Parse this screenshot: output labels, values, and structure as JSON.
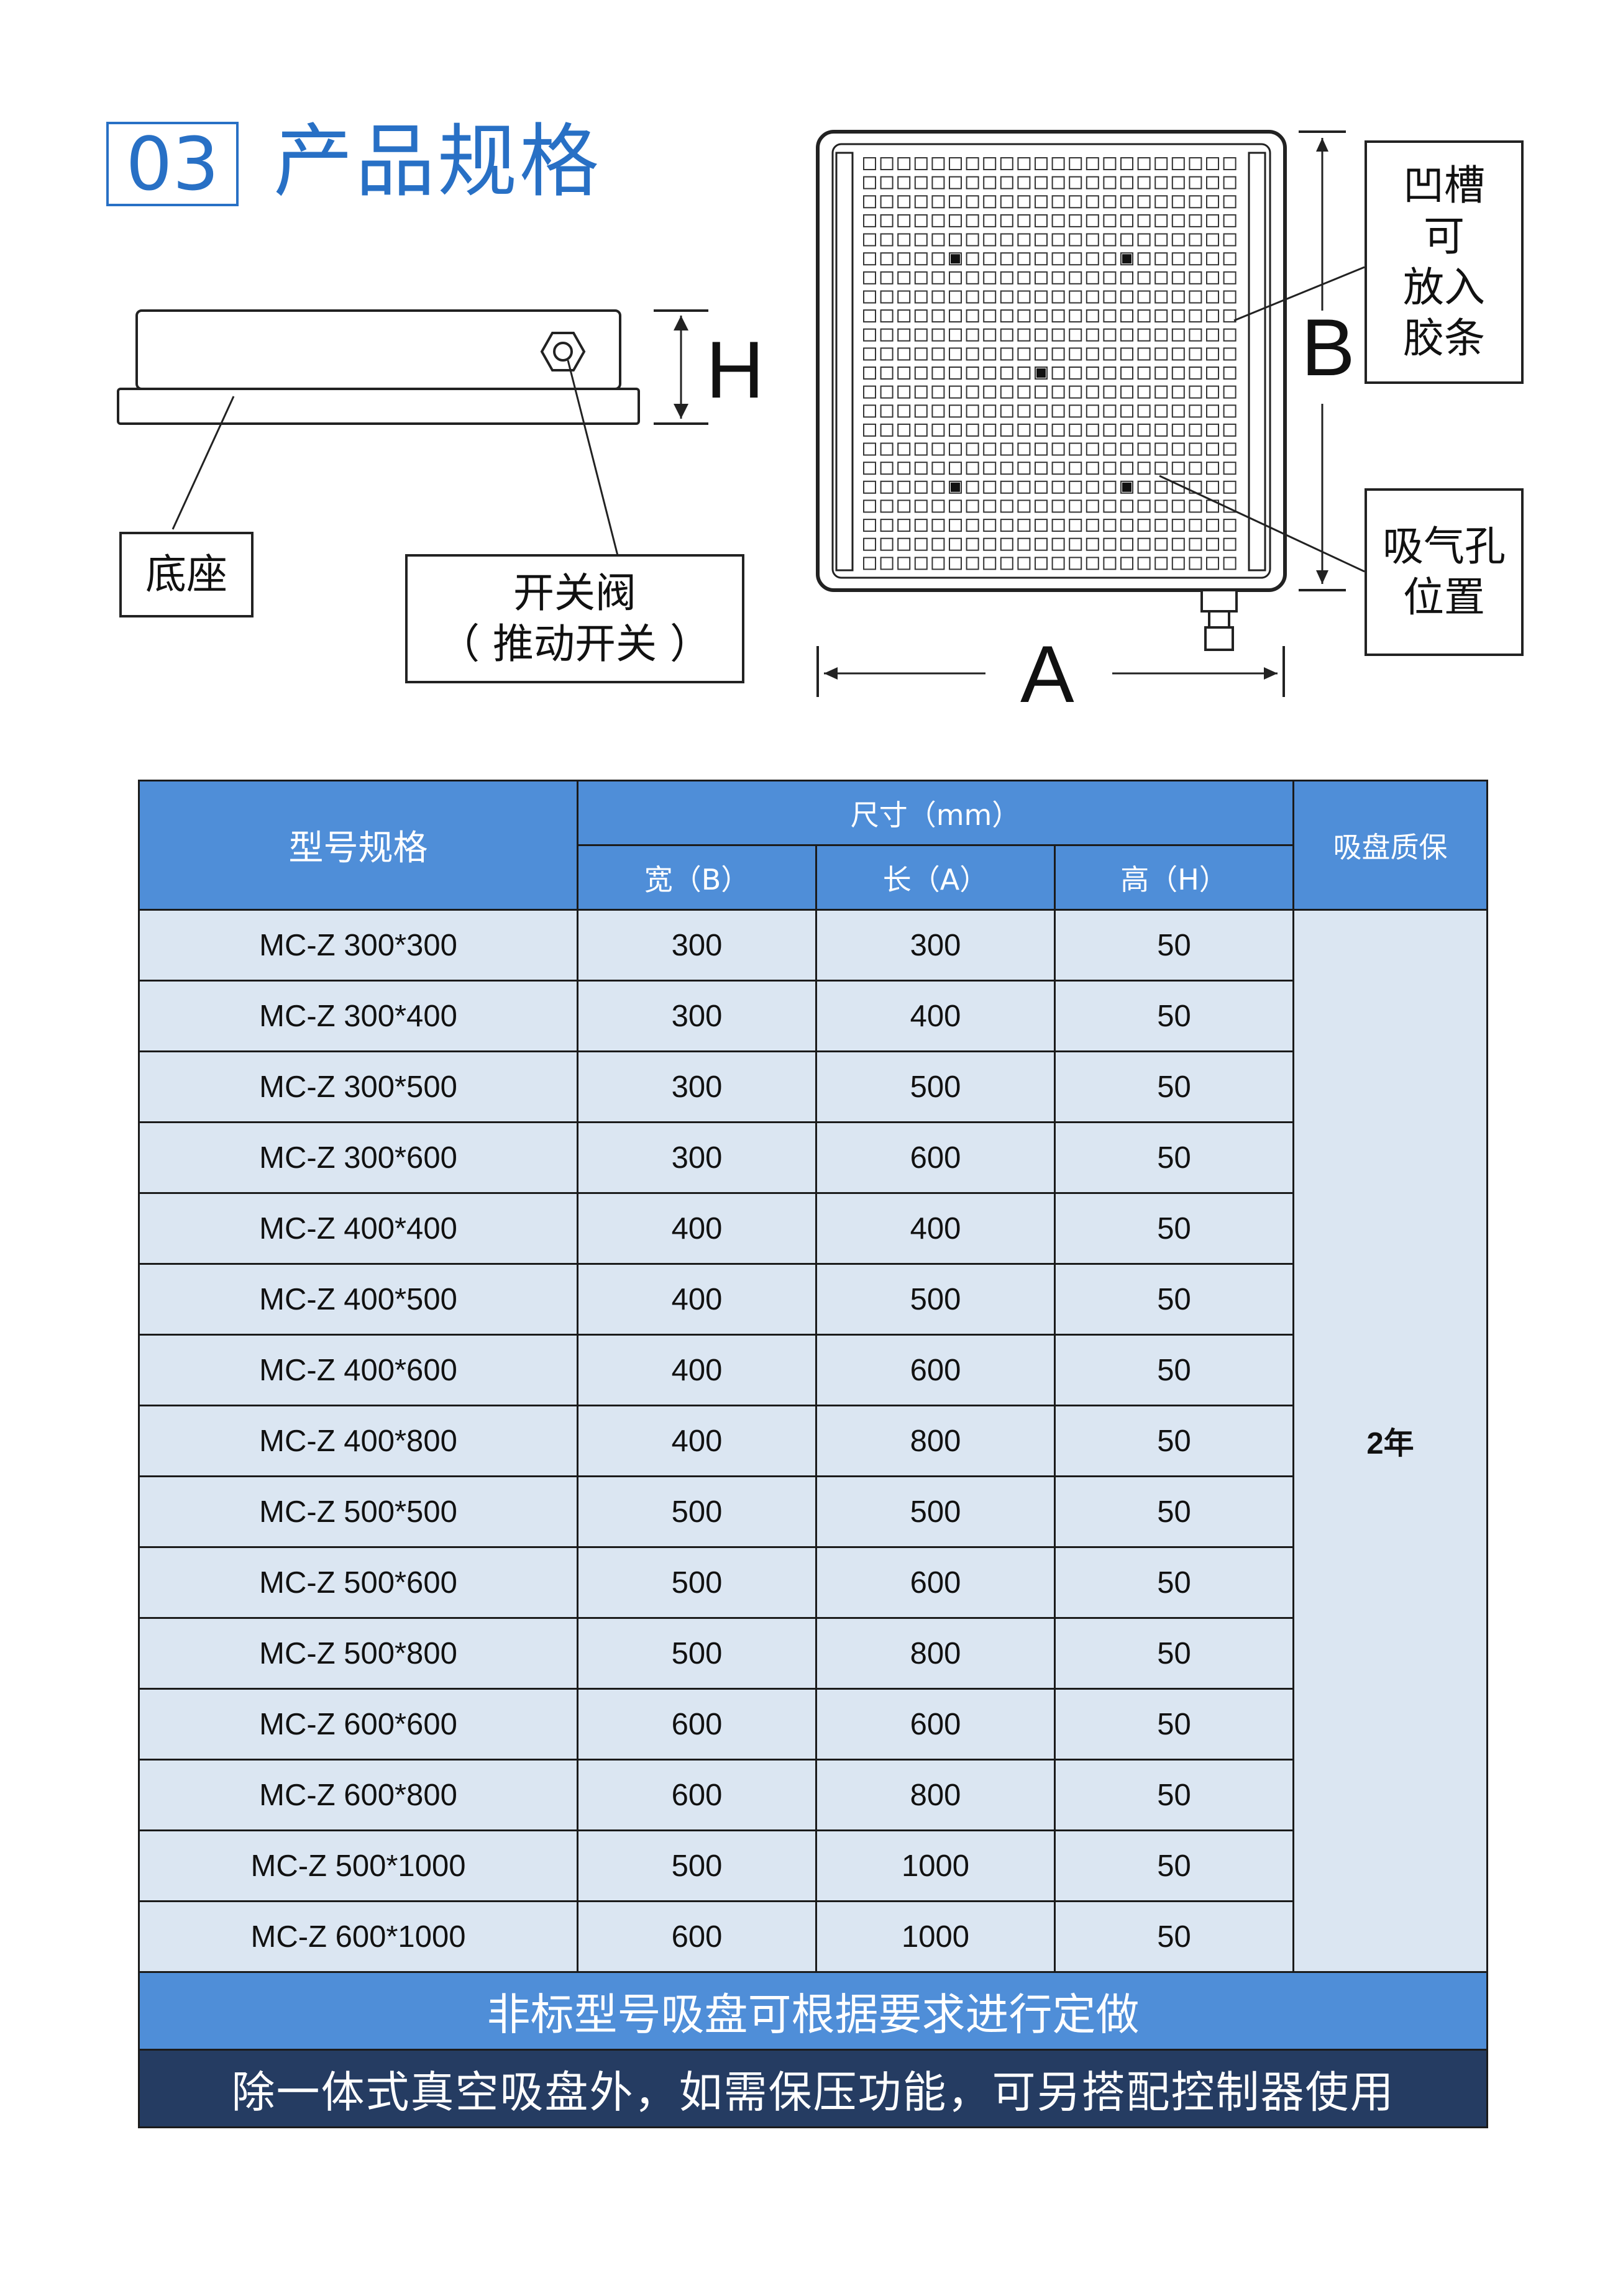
{
  "section": {
    "number": "03",
    "title": "产品规格"
  },
  "diagram": {
    "labels": {
      "base": "底座",
      "valve_line1": "开关阀",
      "valve_line2": "（ 推动开关 ）",
      "groove": [
        "凹槽",
        "可",
        "放入",
        "胶条"
      ],
      "air_hole": [
        "吸气孔",
        "位置"
      ],
      "dim_h": "H",
      "dim_b": "B",
      "dim_a": "A"
    }
  },
  "table": {
    "headers": {
      "model": "型号规格",
      "size_group": "尺寸（mm）",
      "width": "宽（B）",
      "length": "长（A）",
      "height": "高（H）",
      "warranty": "吸盘质保"
    },
    "rows": [
      {
        "model": "MC-Z  300*300",
        "width": "300",
        "length": "300",
        "height": "50"
      },
      {
        "model": "MC-Z  300*400",
        "width": "300",
        "length": "400",
        "height": "50"
      },
      {
        "model": "MC-Z  300*500",
        "width": "300",
        "length": "500",
        "height": "50"
      },
      {
        "model": "MC-Z  300*600",
        "width": "300",
        "length": "600",
        "height": "50"
      },
      {
        "model": "MC-Z  400*400",
        "width": "400",
        "length": "400",
        "height": "50"
      },
      {
        "model": "MC-Z  400*500",
        "width": "400",
        "length": "500",
        "height": "50"
      },
      {
        "model": "MC-Z  400*600",
        "width": "400",
        "length": "600",
        "height": "50"
      },
      {
        "model": "MC-Z  400*800",
        "width": "400",
        "length": "800",
        "height": "50"
      },
      {
        "model": "MC-Z  500*500",
        "width": "500",
        "length": "500",
        "height": "50"
      },
      {
        "model": "MC-Z  500*600",
        "width": "500",
        "length": "600",
        "height": "50"
      },
      {
        "model": "MC-Z  500*800",
        "width": "500",
        "length": "800",
        "height": "50"
      },
      {
        "model": "MC-Z  600*600",
        "width": "600",
        "length": "600",
        "height": "50"
      },
      {
        "model": "MC-Z  600*800",
        "width": "600",
        "length": "800",
        "height": "50"
      },
      {
        "model": "MC-Z  500*1000",
        "width": "500",
        "length": "1000",
        "height": "50"
      },
      {
        "model": "MC-Z  600*1000",
        "width": "600",
        "length": "1000",
        "height": "50"
      }
    ],
    "warranty_value": "2年",
    "note_custom": "非标型号吸盘可根据要求进行定做",
    "note_controller": "除一体式真空吸盘外，如需保压功能，可另搭配控制器使用"
  },
  "colors": {
    "accent": "#2870c5",
    "header_bg": "#4f8ed8",
    "row_bg": "#dbe6f2",
    "footer_bg": "#253c62"
  }
}
